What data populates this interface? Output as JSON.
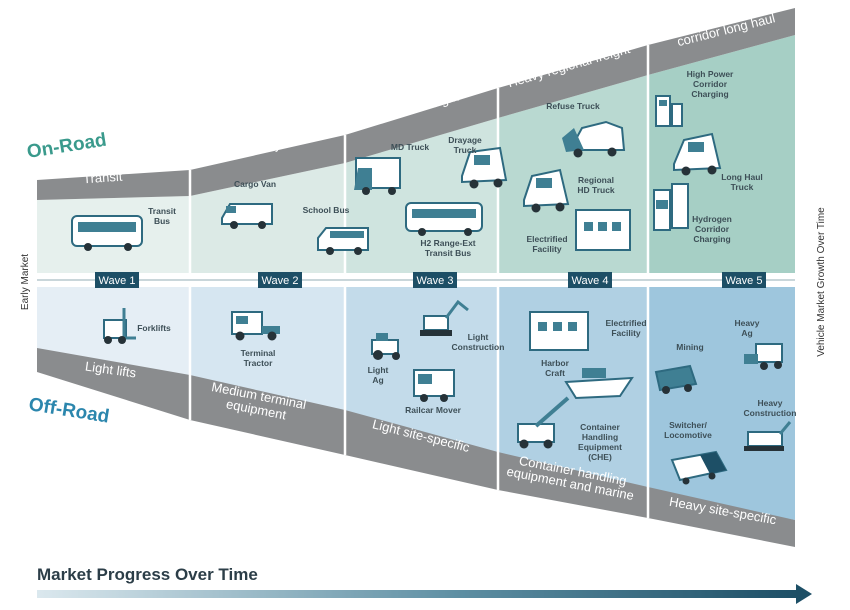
{
  "title": "Market Progress Over Time",
  "side_labels": {
    "left": "Early Market",
    "right": "Vehicle Market Growth Over Time"
  },
  "on_road": {
    "heading": "On-Road",
    "categories": [
      "Transit",
      "Delivery",
      "Medium freight",
      "Heavy regional freight",
      "Point-to-point corridor long haul"
    ],
    "items": [
      "Transit Bus",
      "Cargo Van",
      "School Bus",
      "MD Truck",
      "Drayage Truck",
      "H2 Range-Ext Transit Bus",
      "Refuse Truck",
      "Regional HD Truck",
      "Electrified Facility",
      "High Power Corridor Charging",
      "Long Haul Truck",
      "Hydrogen Corridor Charging"
    ]
  },
  "off_road": {
    "heading": "Off-Road",
    "categories": [
      "Light lifts",
      "Medium terminal equipment",
      "Light site-specific",
      "Container handling equipment and marine",
      "Heavy site-specific"
    ],
    "items": [
      "Forklifts",
      "Terminal Tractor",
      "Light Ag",
      "Light Construction",
      "Railcar Mover",
      "Electrified Facility",
      "Harbor Craft",
      "Container Handling Equipment (CHE)",
      "Mining",
      "Heavy Ag",
      "Switcher/ Locomotive",
      "Heavy Construction"
    ]
  },
  "waves": [
    "Wave 1",
    "Wave 2",
    "Wave 3",
    "Wave 4",
    "Wave 5"
  ],
  "colors": {
    "on_road_text": "#3a9a8c",
    "off_road_text": "#2b86ad",
    "banner": "#8a8c8e",
    "wave": "#1d4f66",
    "arrow": "#1d4f66"
  }
}
